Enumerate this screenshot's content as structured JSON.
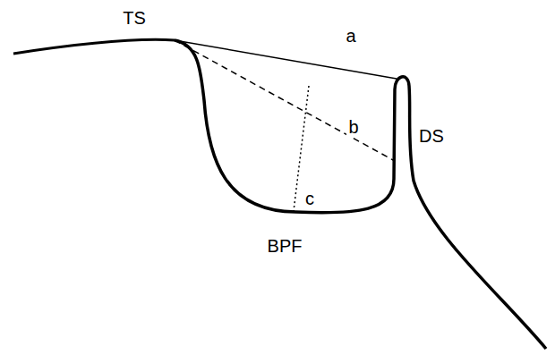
{
  "diagram": {
    "labels": [
      "TS",
      "a",
      "b",
      "DS",
      "c",
      "BPF"
    ]
  }
}
